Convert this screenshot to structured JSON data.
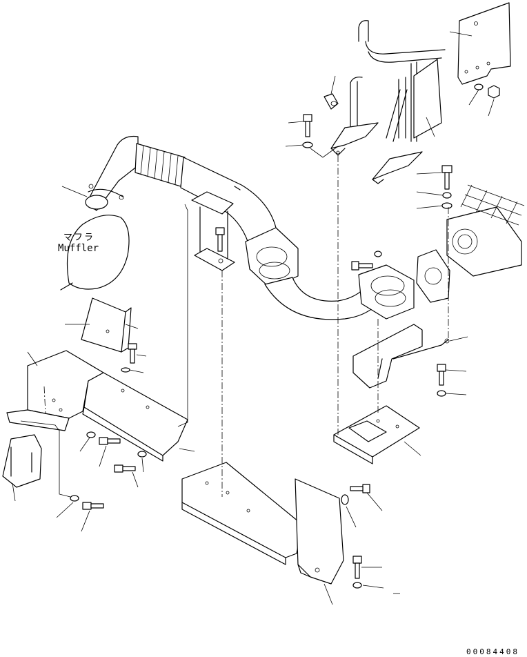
{
  "labels": {
    "muffler_jp": "マフラ",
    "muffler_en": "Muffler"
  },
  "drawing_number": "00084408",
  "colors": {
    "line": "#000000",
    "background": "#ffffff"
  }
}
